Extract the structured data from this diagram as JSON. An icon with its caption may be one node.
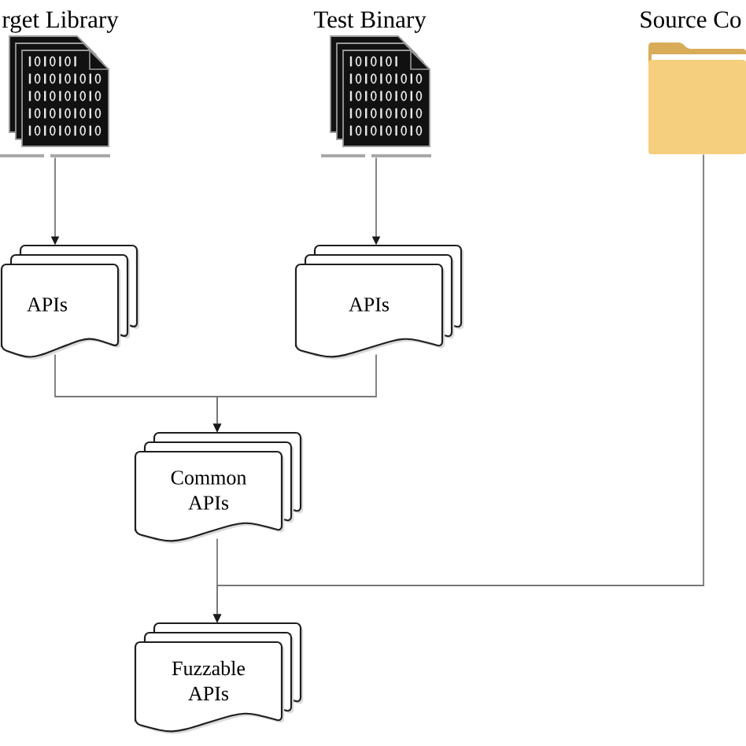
{
  "diagram": {
    "nodes": [
      {
        "text": [
          "rget Library"
        ]
      },
      {
        "text": [
          "Test Binary"
        ]
      },
      {
        "text": [
          "Source Co"
        ]
      },
      {
        "text": [
          "APIs"
        ]
      },
      {
        "text": [
          "APIs"
        ]
      },
      {
        "text": [
          "Common APIs"
        ]
      },
      {
        "text": [
          "Fuzzable APIs"
        ]
      }
    ],
    "edges": [
      {
        "from": 0,
        "to": 3,
        "arrow": "to"
      },
      {
        "from": 1,
        "to": 4,
        "arrow": "to"
      },
      {
        "from": 3,
        "to": 5,
        "arrow": "to"
      },
      {
        "from": 4,
        "to": 5,
        "arrow": "to"
      },
      {
        "from": 5,
        "to": 6,
        "arrow": "to"
      },
      {
        "from": 2,
        "to": 6,
        "arrow": "to"
      }
    ]
  }
}
